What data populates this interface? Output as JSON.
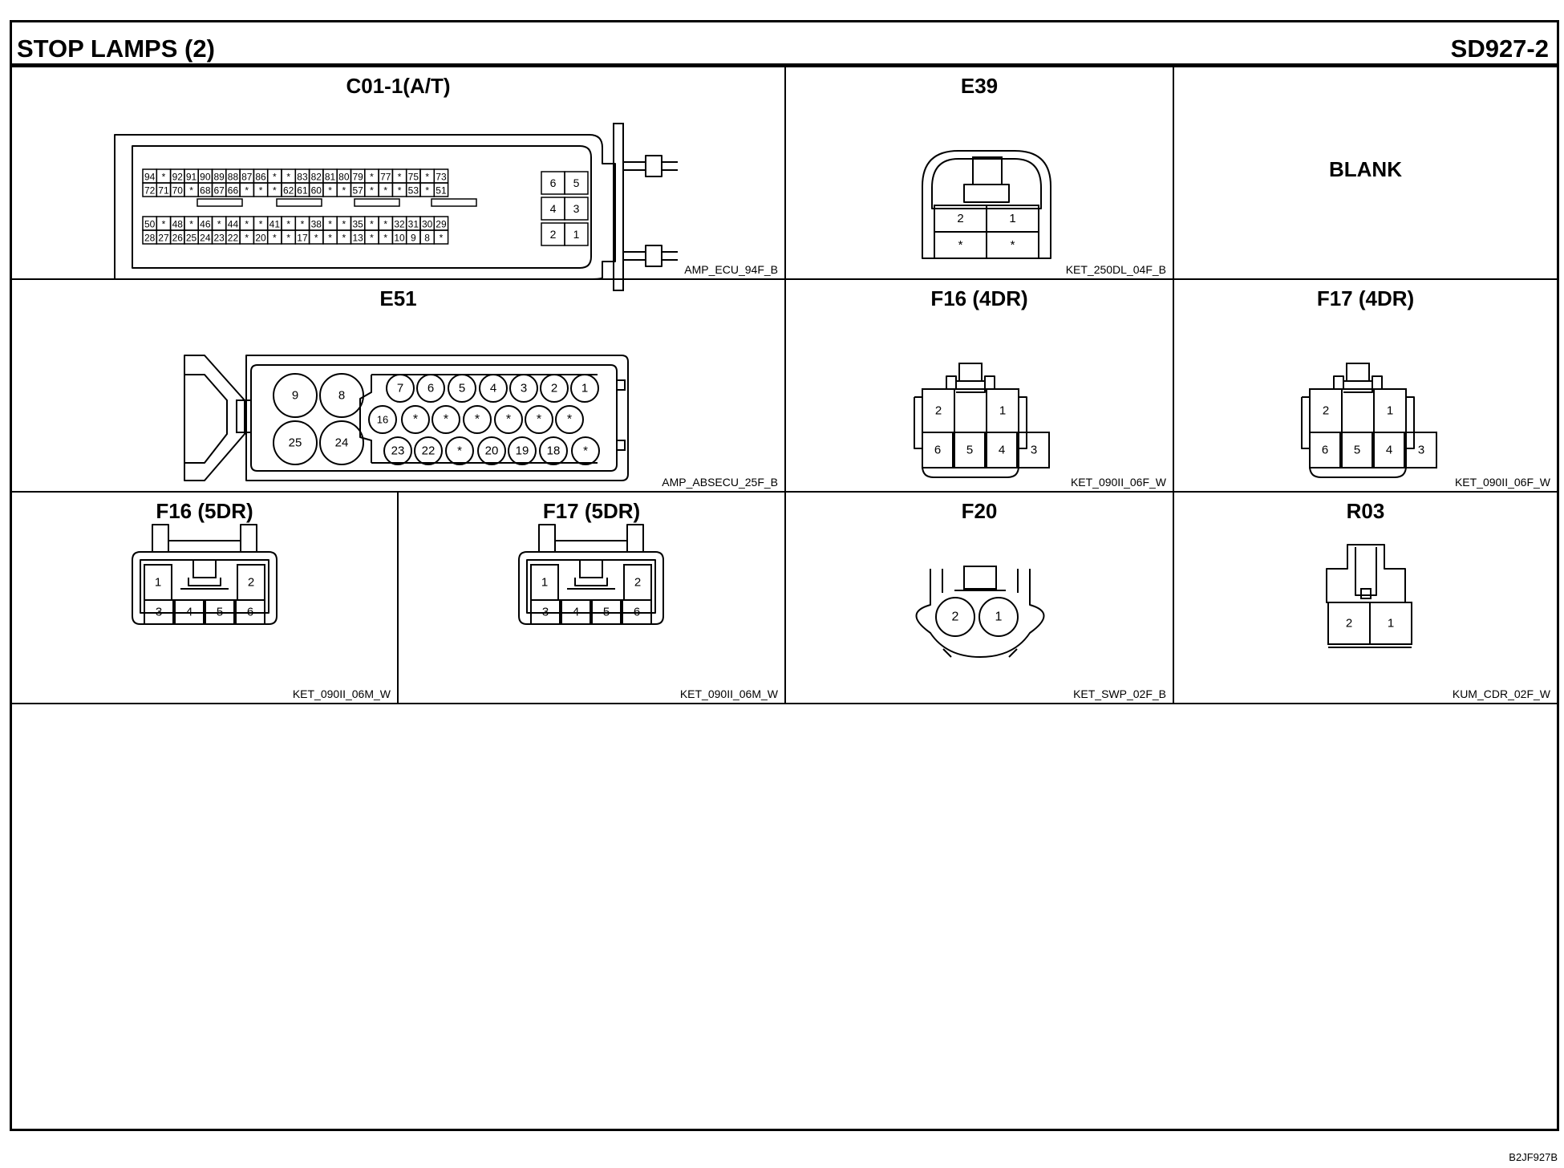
{
  "header": {
    "title": "STOP LAMPS (2)",
    "code": "SD927-2"
  },
  "connectors": {
    "c01": {
      "name": "C01-1(A/T)",
      "part": "AMP_ECU_94F_B",
      "rows": [
        [
          "94",
          "*",
          "92",
          "91",
          "90",
          "89",
          "88",
          "87",
          "86",
          "*",
          "*",
          "83",
          "82",
          "81",
          "80",
          "79",
          "*",
          "77",
          "*",
          "75",
          "*",
          "73"
        ],
        [
          "72",
          "71",
          "70",
          "*",
          "68",
          "67",
          "66",
          "*",
          "*",
          "*",
          "62",
          "61",
          "60",
          "*",
          "*",
          "57",
          "*",
          "*",
          "*",
          "53",
          "*",
          "51"
        ],
        [
          "50",
          "*",
          "48",
          "*",
          "46",
          "*",
          "44",
          "*",
          "*",
          "41",
          "*",
          "*",
          "38",
          "*",
          "*",
          "35",
          "*",
          "*",
          "32",
          "31",
          "30",
          "29"
        ],
        [
          "28",
          "27",
          "26",
          "25",
          "24",
          "23",
          "22",
          "*",
          "20",
          "*",
          "*",
          "17",
          "*",
          "*",
          "*",
          "13",
          "*",
          "*",
          "10",
          "9",
          "8",
          "*"
        ]
      ],
      "side": [
        [
          "6",
          "5"
        ],
        [
          "4",
          "3"
        ],
        [
          "2",
          "1"
        ]
      ]
    },
    "e39": {
      "name": "E39",
      "part": "KET_250DL_04F_B",
      "pins": [
        "2",
        "1",
        "*",
        "*"
      ]
    },
    "blank": {
      "label": "BLANK"
    },
    "e51": {
      "name": "E51",
      "part": "AMP_ABSECU_25F_B",
      "big": [
        "9",
        "8",
        "25",
        "24"
      ],
      "row1": [
        "7",
        "6",
        "5",
        "4",
        "3",
        "2",
        "1"
      ],
      "row2": [
        "16",
        "*",
        "*",
        "*",
        "*",
        "*",
        "*"
      ],
      "row3": [
        "23",
        "22",
        "*",
        "20",
        "19",
        "18",
        "*"
      ]
    },
    "f16_4dr": {
      "name": "F16 (4DR)",
      "part": "KET_090II_06F_W",
      "pins": [
        "2",
        "1",
        "6",
        "5",
        "4",
        "3"
      ]
    },
    "f17_4dr": {
      "name": "F17 (4DR)",
      "part": "KET_090II_06F_W",
      "pins": [
        "2",
        "1",
        "6",
        "5",
        "4",
        "3"
      ]
    },
    "f16_5dr": {
      "name": "F16 (5DR)",
      "part": "KET_090II_06M_W",
      "pins": [
        "1",
        "2",
        "3",
        "4",
        "5",
        "6"
      ]
    },
    "f17_5dr": {
      "name": "F17 (5DR)",
      "part": "KET_090II_06M_W",
      "pins": [
        "1",
        "2",
        "3",
        "4",
        "5",
        "6"
      ]
    },
    "f20": {
      "name": "F20",
      "part": "KET_SWP_02F_B",
      "pins": [
        "2",
        "1"
      ]
    },
    "r03": {
      "name": "R03",
      "part": "KUM_CDR_02F_W",
      "pins": [
        "2",
        "1"
      ]
    }
  },
  "footer": {
    "image_code": "B2JF927B"
  }
}
